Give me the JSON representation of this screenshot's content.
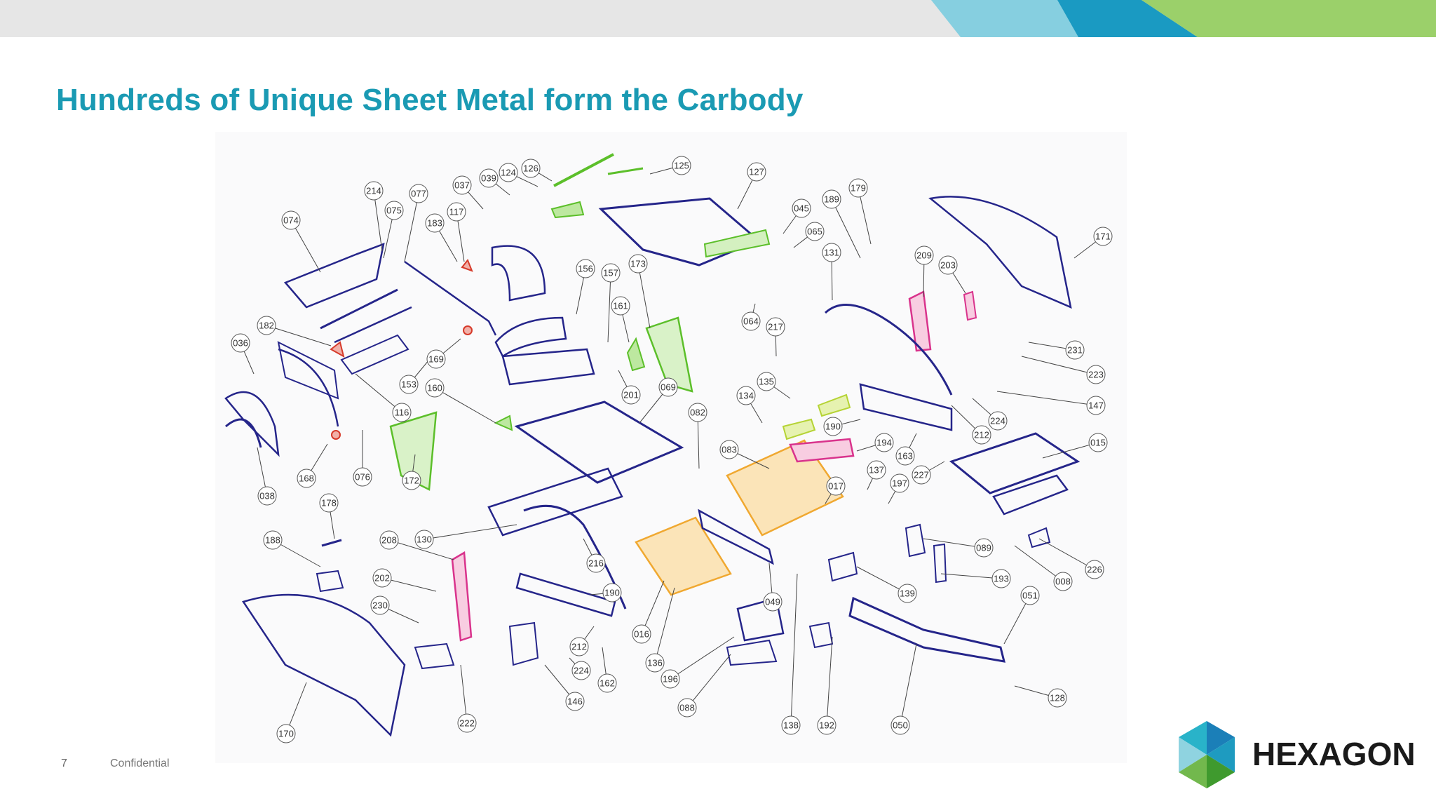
{
  "slide": {
    "title": "Hundreds of Unique Sheet Metal form the Carbody",
    "page_number": "7",
    "confidentiality": "Confidential"
  },
  "logo": {
    "text": "HEXAGON",
    "icon": "hexagon-logo-icon"
  },
  "colors": {
    "title": "#1a9ab3",
    "part_blue": "#25258a",
    "part_green": "#5cbf2a",
    "part_pink": "#d9338c",
    "part_orange": "#f0a830",
    "part_red": "#d63a2a",
    "part_yellowgreen": "#b5d334",
    "accent_teal": "#2a9fc9",
    "accent_lightblue": "#7fd0e0",
    "accent_green": "#a8d26a"
  },
  "diagram": {
    "callouts": [
      {
        "label": "126"
      },
      {
        "label": "125"
      },
      {
        "label": "124"
      },
      {
        "label": "039"
      },
      {
        "label": "127"
      },
      {
        "label": "037"
      },
      {
        "label": "214"
      },
      {
        "label": "077"
      },
      {
        "label": "117"
      },
      {
        "label": "075"
      },
      {
        "label": "183"
      },
      {
        "label": "074"
      },
      {
        "label": "179"
      },
      {
        "label": "189"
      },
      {
        "label": "045"
      },
      {
        "label": "065"
      },
      {
        "label": "171"
      },
      {
        "label": "131"
      },
      {
        "label": "209"
      },
      {
        "label": "203"
      },
      {
        "label": "156"
      },
      {
        "label": "157"
      },
      {
        "label": "173"
      },
      {
        "label": "161"
      },
      {
        "label": "064"
      },
      {
        "label": "217"
      },
      {
        "label": "182"
      },
      {
        "label": "036"
      },
      {
        "label": "169"
      },
      {
        "label": "231"
      },
      {
        "label": "223"
      },
      {
        "label": "153"
      },
      {
        "label": "160"
      },
      {
        "label": "201"
      },
      {
        "label": "069"
      },
      {
        "label": "135"
      },
      {
        "label": "134"
      },
      {
        "label": "147"
      },
      {
        "label": "116"
      },
      {
        "label": "082"
      },
      {
        "label": "224"
      },
      {
        "label": "190"
      },
      {
        "label": "212"
      },
      {
        "label": "168"
      },
      {
        "label": "076"
      },
      {
        "label": "172"
      },
      {
        "label": "083"
      },
      {
        "label": "194"
      },
      {
        "label": "163"
      },
      {
        "label": "015"
      },
      {
        "label": "038"
      },
      {
        "label": "137"
      },
      {
        "label": "017"
      },
      {
        "label": "197"
      },
      {
        "label": "227"
      },
      {
        "label": "178"
      },
      {
        "label": "188"
      },
      {
        "label": "208"
      },
      {
        "label": "130"
      },
      {
        "label": "089"
      },
      {
        "label": "216"
      },
      {
        "label": "193"
      },
      {
        "label": "226"
      },
      {
        "label": "202"
      },
      {
        "label": "190"
      },
      {
        "label": "139"
      },
      {
        "label": "008"
      },
      {
        "label": "230"
      },
      {
        "label": "049"
      },
      {
        "label": "051"
      },
      {
        "label": "016"
      },
      {
        "label": "212"
      },
      {
        "label": "136"
      },
      {
        "label": "224"
      },
      {
        "label": "162"
      },
      {
        "label": "196"
      },
      {
        "label": "146"
      },
      {
        "label": "088"
      },
      {
        "label": "128"
      },
      {
        "label": "170"
      },
      {
        "label": "222"
      },
      {
        "label": "138"
      },
      {
        "label": "192"
      },
      {
        "label": "050"
      }
    ]
  }
}
